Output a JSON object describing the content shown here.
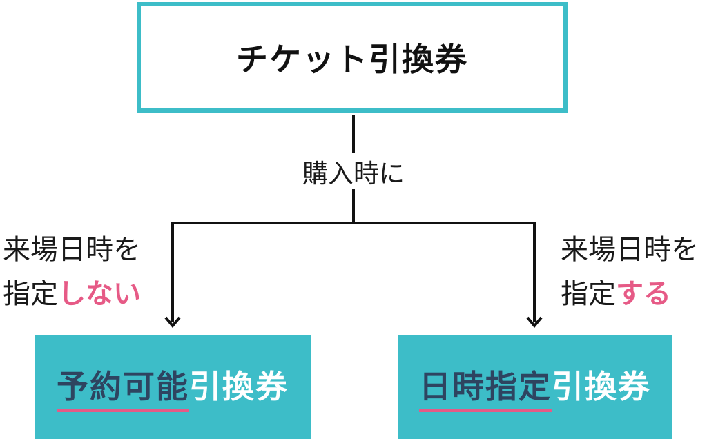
{
  "top": {
    "title": "チケット引換券"
  },
  "branch_label": "購入時に",
  "left_branch": {
    "line1": "来場日時を",
    "line2_prefix": "指定",
    "line2_emphasis": "しない",
    "box_key": "予約可能",
    "box_suffix": "引換券"
  },
  "right_branch": {
    "line1": "来場日時を",
    "line2_prefix": "指定",
    "line2_emphasis": "する",
    "box_key": "日時指定",
    "box_suffix": "引換券"
  },
  "colors": {
    "teal": "#3dbdc8",
    "pink": "#e65a86",
    "navy": "#2e4460",
    "line": "#111111"
  }
}
